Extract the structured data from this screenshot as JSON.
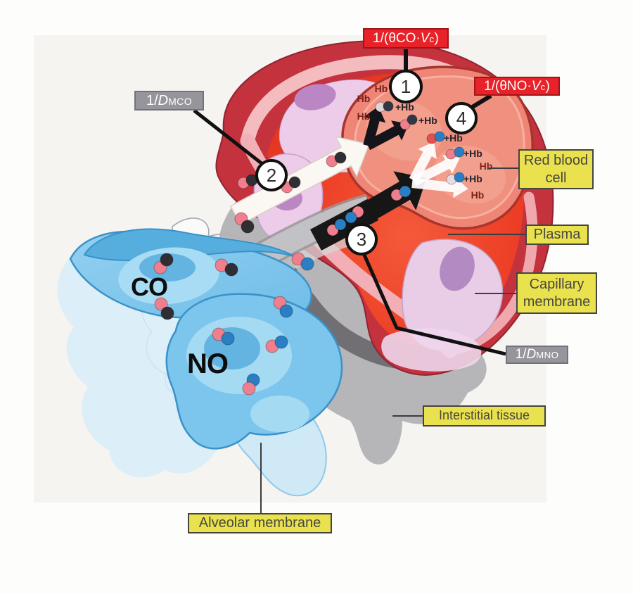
{
  "resistance_boxes": {
    "theta_co": {
      "pre": "1/(θCO·",
      "v": "V",
      "sub": "c",
      "post": ")"
    },
    "theta_no": {
      "pre": "1/(θNO·",
      "v": "V",
      "sub": "c",
      "post": ")"
    },
    "dm_co": {
      "pre": "1/",
      "d": "D",
      "sub": "MCO"
    },
    "dm_no": {
      "pre": "1/",
      "d": "D",
      "sub": "MNO"
    }
  },
  "tissue_labels": {
    "red_blood_cell": "Red blood cell",
    "plasma": "Plasma",
    "capillary_membrane": "Capillary membrane",
    "interstitial_tissue": "Interstitial tissue",
    "alveolar_membrane": "Alveolar membrane"
  },
  "steps": [
    "1",
    "2",
    "3",
    "4"
  ],
  "gases": {
    "co": "CO",
    "no": "NO"
  },
  "rbc": {
    "free_hb": [
      "Hb",
      "Hb",
      "Hb",
      "Hb",
      "Hb"
    ],
    "bound_hb": [
      "+Hb",
      "+Hb",
      "+Hb",
      "+Hb",
      "+Hb"
    ]
  },
  "palette": {
    "red_box": "#e72329",
    "gray_box": "#96959b",
    "yellow_box": "#eae14f",
    "capillary_wall_red": "#c4323e",
    "plasma_red": "#ea3a26",
    "rbc_salmon": "#ef8576",
    "capillary_inner_pink": "#f4b6ba",
    "alveolus_blue": "#7ec6ea",
    "interstitial_gray": "#aeadb0",
    "co_molecule_dark": "#2f2e35",
    "no_molecule_blue": "#2a7fc4",
    "molecule_pink": "#ef7f8d"
  }
}
